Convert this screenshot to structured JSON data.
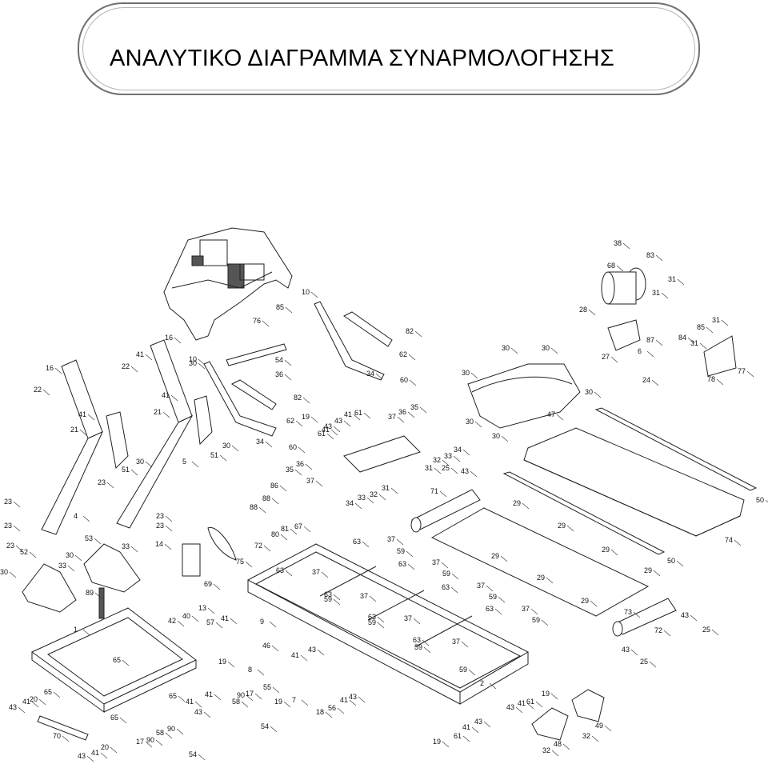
{
  "header": {
    "title": "ΑΝΑΛΥΤΙΚΟ ΔΙΑΓΡΑΜΜΑ ΣΥΝΑΡΜΟΛΟΓΗΣΗΣ"
  },
  "part_labels": {
    "list": [
      "1",
      "2",
      "4",
      "5",
      "6",
      "7",
      "8",
      "9",
      "10",
      "13",
      "14",
      "16",
      "17",
      "18",
      "19",
      "20",
      "21",
      "22",
      "23",
      "24",
      "25",
      "27",
      "28",
      "29",
      "30",
      "31",
      "32",
      "33",
      "34",
      "35",
      "36",
      "37",
      "38",
      "40",
      "41",
      "42",
      "43",
      "46",
      "47",
      "48",
      "49",
      "50",
      "51",
      "52",
      "53",
      "54",
      "55",
      "56",
      "57",
      "58",
      "59",
      "60",
      "61",
      "62",
      "63",
      "65",
      "67",
      "68",
      "69",
      "70",
      "71",
      "72",
      "73",
      "74",
      "75",
      "76",
      "77",
      "78",
      "80",
      "81",
      "82",
      "83",
      "84",
      "85",
      "86",
      "87",
      "88",
      "89",
      "90"
    ]
  }
}
